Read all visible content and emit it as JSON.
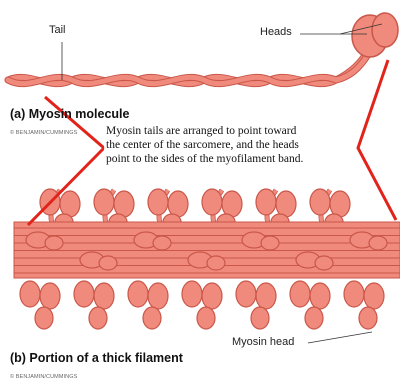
{
  "labels": {
    "tail": "Tail",
    "heads": "Heads",
    "part_a": "(a) Myosin molecule",
    "copyright_a": "© BENJAMIN/CUMMINGS",
    "caption_lines": [
      "Myosin tails are arranged to point toward",
      "the center of the sarcomere, and the heads",
      "point to the sides of the myofilament band."
    ],
    "myosin_head": "Myosin head",
    "part_b": "(b) Portion of a thick filament",
    "copyright_b": "© BENJAMIN/CUMMINGS"
  },
  "colors": {
    "myosin_fill": "#f08a7c",
    "myosin_stroke": "#c9574a",
    "pointer_red": "#e2231a"
  }
}
